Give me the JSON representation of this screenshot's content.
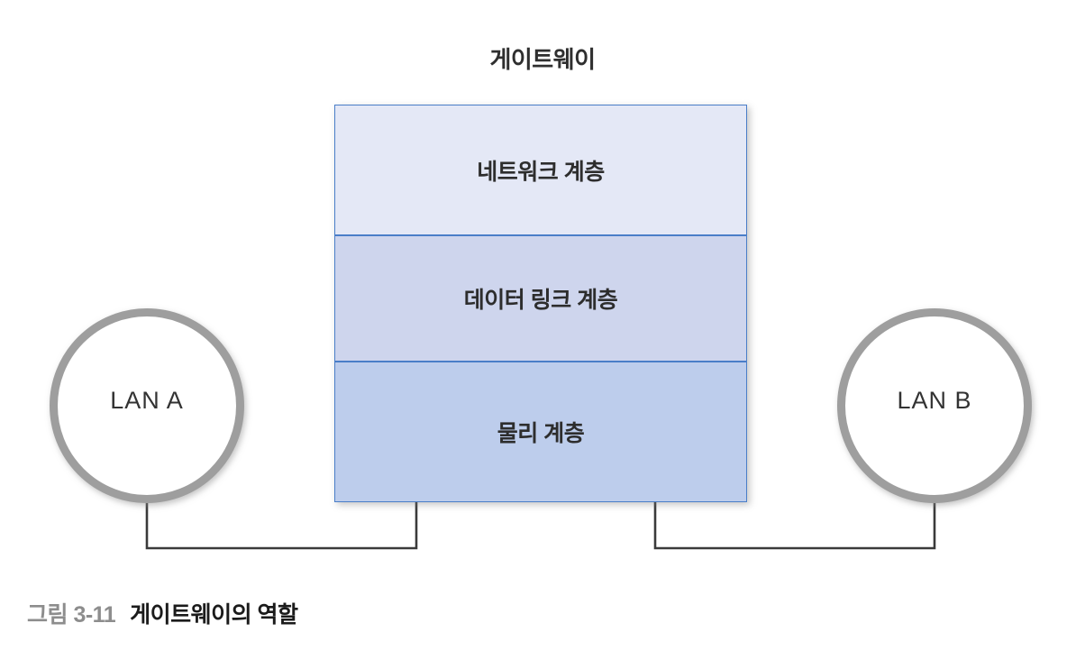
{
  "diagram": {
    "title": "게이트웨이",
    "caption_number": "그림 3-11",
    "caption_text": "게이트웨이의 역할",
    "gateway_layers": [
      {
        "label": "네트워크 계층",
        "fill": "#e4e8f6"
      },
      {
        "label": "데이터 링크 계층",
        "fill": "#ced5ed"
      },
      {
        "label": "물리 계층",
        "fill": "#bdcdec"
      }
    ],
    "nodes": [
      {
        "label": "LAN A",
        "side": "left"
      },
      {
        "label": "LAN B",
        "side": "right"
      }
    ],
    "colors": {
      "layer_border": "#4a7ec8",
      "node_border": "#9e9e9e",
      "connector": "#3a3a3a",
      "caption_number": "#8d8d8d",
      "caption_text": "#1b1b1b",
      "background": "#ffffff"
    }
  }
}
